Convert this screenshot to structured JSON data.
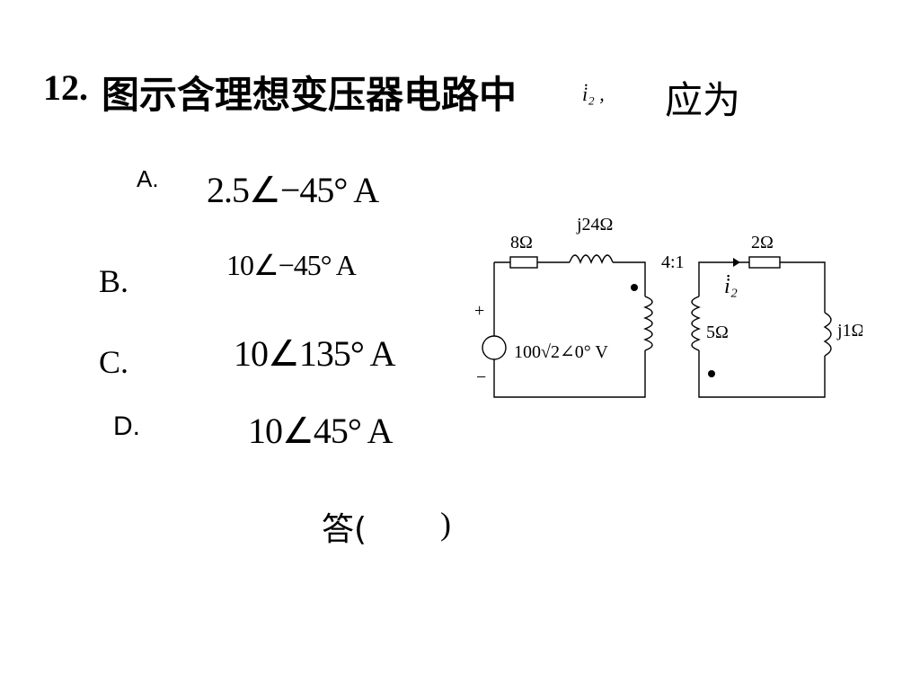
{
  "question": {
    "number": "12.",
    "text": "图示含理想变压器电路中",
    "variable": "i̇₂ ,",
    "suffix": "应为"
  },
  "options": [
    {
      "label": "A.",
      "value": "2.5∠−45° A"
    },
    {
      "label": "B.",
      "value": "10∠−45° A"
    },
    {
      "label": "C.",
      "value": "10∠135° A"
    },
    {
      "label": "D.",
      "value": "10∠45° A"
    }
  ],
  "answer": {
    "label": "答(",
    "close": ")"
  },
  "circuit": {
    "r1": "8Ω",
    "inductor1": "j24Ω",
    "ratio": "4:1",
    "r2": "2Ω",
    "current": "i̇₂",
    "plus": "+",
    "minus": "−",
    "source": "100√2∠0° V",
    "r_load": "5Ω",
    "inductor2": "j1Ω"
  }
}
